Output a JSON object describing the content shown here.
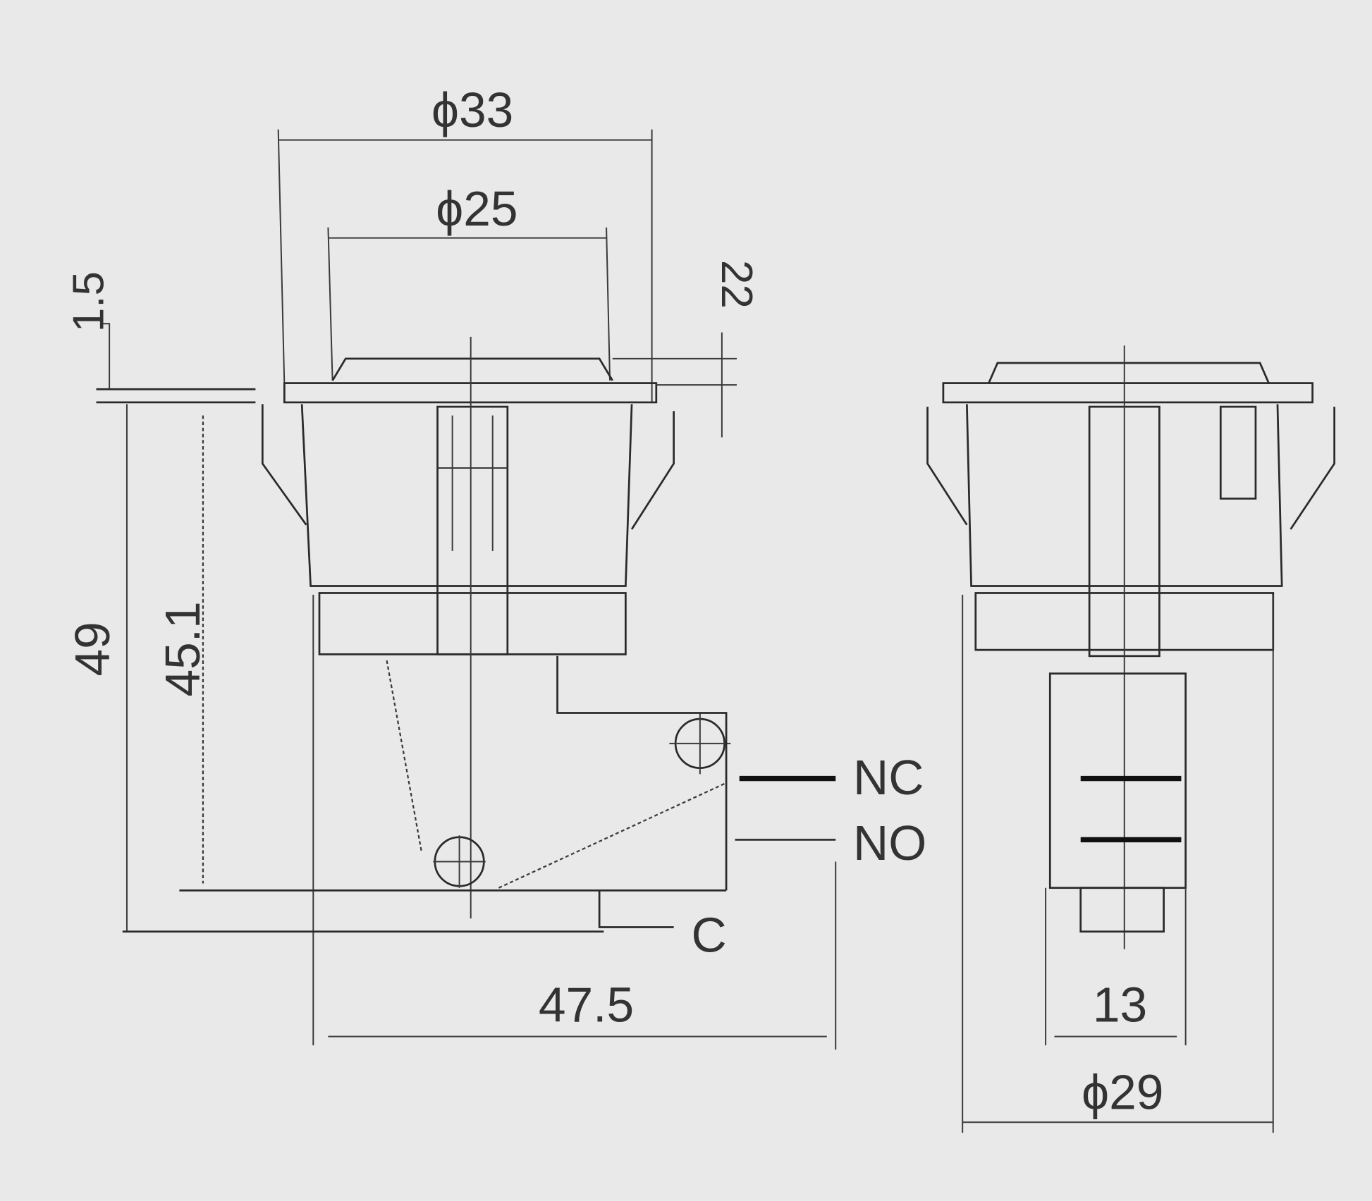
{
  "drawing": {
    "front_view": {
      "dim_outer_diameter": "ϕ33",
      "dim_inner_diameter": "ϕ25",
      "dim_button_height": "22",
      "dim_panel_thickness": "1.5",
      "dim_total_height": "49",
      "dim_body_height": "45.1",
      "dim_width": "47.5",
      "terminal_nc": "NC",
      "terminal_no": "NO",
      "terminal_c": "C"
    },
    "side_view": {
      "dim_switch_width": "13",
      "dim_body_diameter": "ϕ29"
    }
  }
}
